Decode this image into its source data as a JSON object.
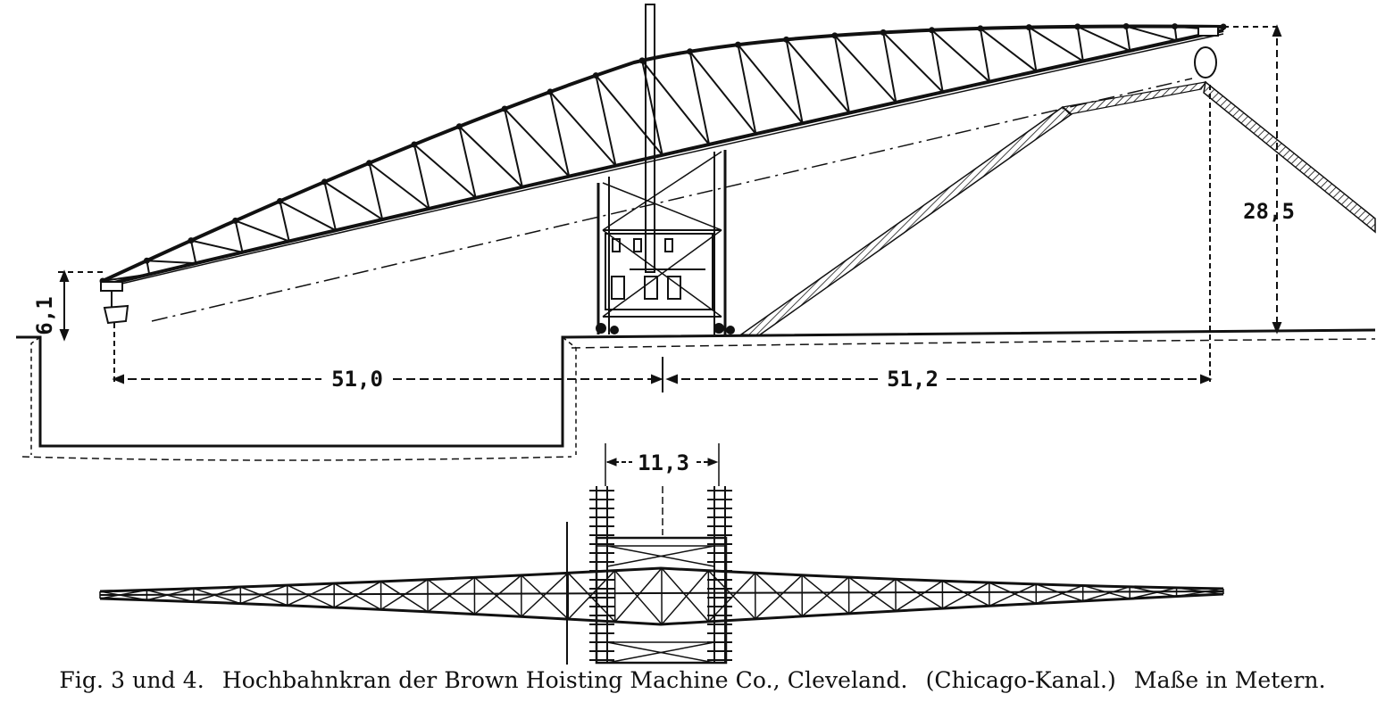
{
  "palette": {
    "ink": "#111111",
    "paper": "#ffffff"
  },
  "elevation": {
    "dimensions": {
      "left_height": "6,1",
      "right_height": "28,5",
      "left_span": "51,0",
      "right_span": "51,2"
    }
  },
  "plan": {
    "dimensions": {
      "track_width": "11,3"
    }
  },
  "caption": {
    "figure": "Fig. 3 und 4.",
    "title": "Hochbahnkran der Brown Hoisting Machine Co., Cleveland.",
    "location": "(Chicago-Kanal.)",
    "units": "Maße in Metern."
  }
}
